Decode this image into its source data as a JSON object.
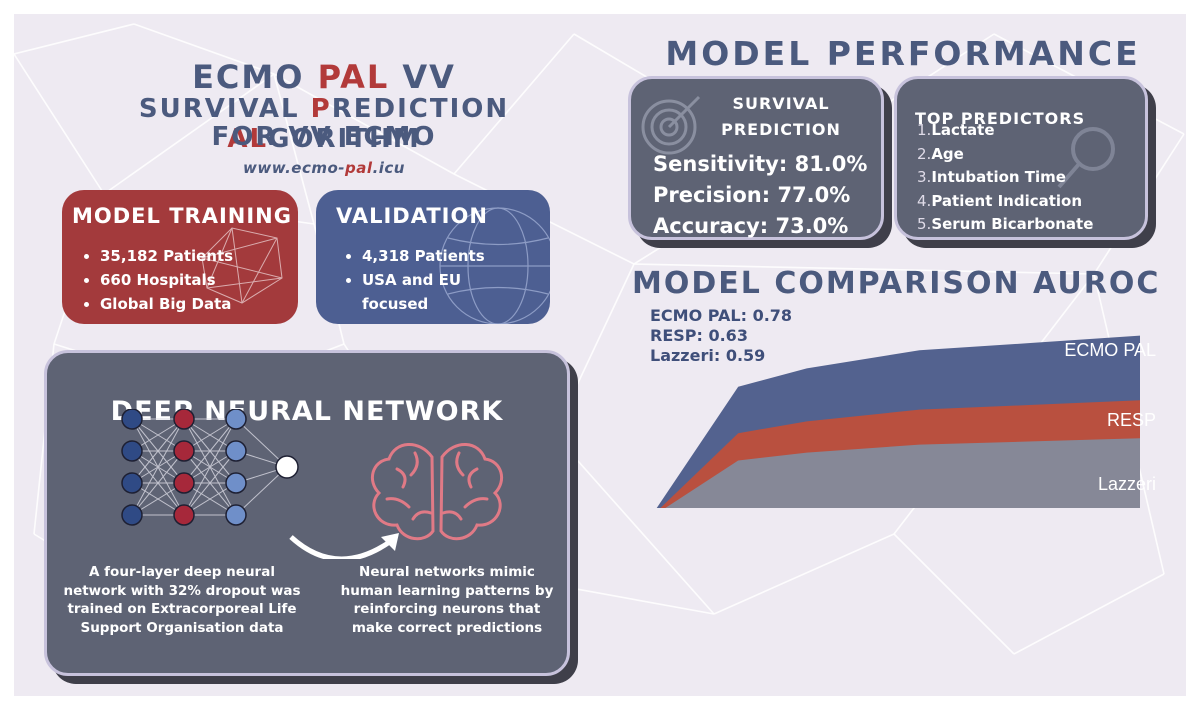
{
  "header": {
    "title_part1": "ECMO ",
    "title_part2": "PAL",
    "title_part3": " VV",
    "subtitle1_a": "SURVIVAL ",
    "subtitle1_b": "P",
    "subtitle1_c": "REDICTION ",
    "subtitle1_d": "AL",
    "subtitle1_e": "GORITHM",
    "subtitle2": "FOR VV ECMO",
    "url_a": "www.ecmo-",
    "url_b": "pal",
    "url_c": ".icu"
  },
  "training": {
    "title": "MODEL TRAINING",
    "items": [
      "35,182 Patients",
      "660 Hospitals",
      "Global Big Data"
    ],
    "color": "#a33a3c"
  },
  "validation": {
    "title": "VALIDATION",
    "items": [
      "4,318 Patients",
      "USA and EU focused"
    ],
    "color": "#4d5f92"
  },
  "network": {
    "title": "DEEP NEURAL NETWORK",
    "caption_left": "A four-layer deep neural network with 32% dropout was trained on Extracorporeal Life Support Organisation data",
    "caption_right": "Neural networks mimic human learning patterns by reinforcing neurons that make correct predictions",
    "node_blue": "#2f4a85",
    "node_red": "#a6283a",
    "node_light": "#6f8fc9"
  },
  "performance": {
    "heading": "MODEL PERFORMANCE",
    "survival_title_1": "SURVIVAL",
    "survival_title_2": "PREDICTION",
    "metrics": [
      {
        "label": "Sensitivity:",
        "value": "81.0%"
      },
      {
        "label": "Precision:",
        "value": "77.0%"
      },
      {
        "label": "Accuracy:",
        "value": "73.0%"
      }
    ],
    "predictors_title": "TOP PREDICTORS",
    "predictors": [
      {
        "num": "1.",
        "name": "Lactate"
      },
      {
        "num": "2.",
        "name": "Age"
      },
      {
        "num": "3.",
        "name": "Intubation Time"
      },
      {
        "num": "4.",
        "name": "Patient Indication"
      },
      {
        "num": "5.",
        "name": "Serum Bicarbonate"
      }
    ]
  },
  "comparison": {
    "heading": "MODEL COMPARISON AUROC",
    "legend_lines": [
      "ECMO PAL: 0.78",
      "RESP: 0.63",
      "Lazzeri: 0.59"
    ],
    "band_labels": [
      "ECMO PAL",
      "RESP",
      "Lazzeri"
    ],
    "colors": {
      "ecmo": "#53628f",
      "resp": "#b9503f",
      "lazzeri": "#868897"
    }
  },
  "chart_data": {
    "type": "area",
    "title": "MODEL COMPARISON AUROC",
    "series": [
      {
        "name": "ECMO PAL",
        "value": 0.78
      },
      {
        "name": "RESP",
        "value": 0.63
      },
      {
        "name": "Lazzeri",
        "value": 0.59
      }
    ]
  }
}
